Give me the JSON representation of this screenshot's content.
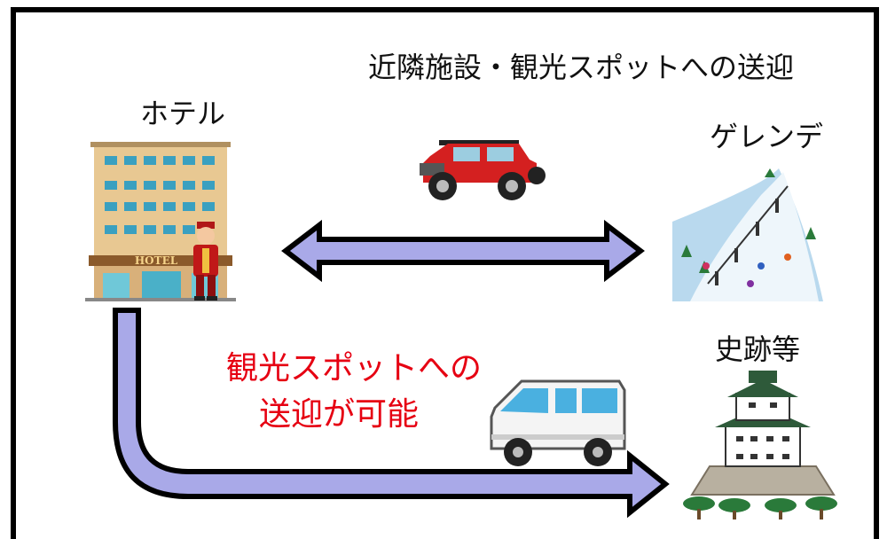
{
  "title": "近隣施設・観光スポットへの送迎",
  "hotel": {
    "label": "ホテル",
    "sign": "HOTEL"
  },
  "ski_slope": {
    "label": "ゲレンデ"
  },
  "historic_site": {
    "label": "史跡等"
  },
  "note": {
    "line1": "観光スポットへの",
    "line2": "送迎が可能"
  },
  "colors": {
    "arrow_fill": "#a9a9e8",
    "arrow_stroke": "#000000",
    "note_text": "#e60012",
    "jeep": "#d42020"
  },
  "icons": [
    "hotel-building-icon",
    "bellhop-icon",
    "jeep-icon",
    "ski-slope-icon",
    "van-icon",
    "castle-icon"
  ]
}
